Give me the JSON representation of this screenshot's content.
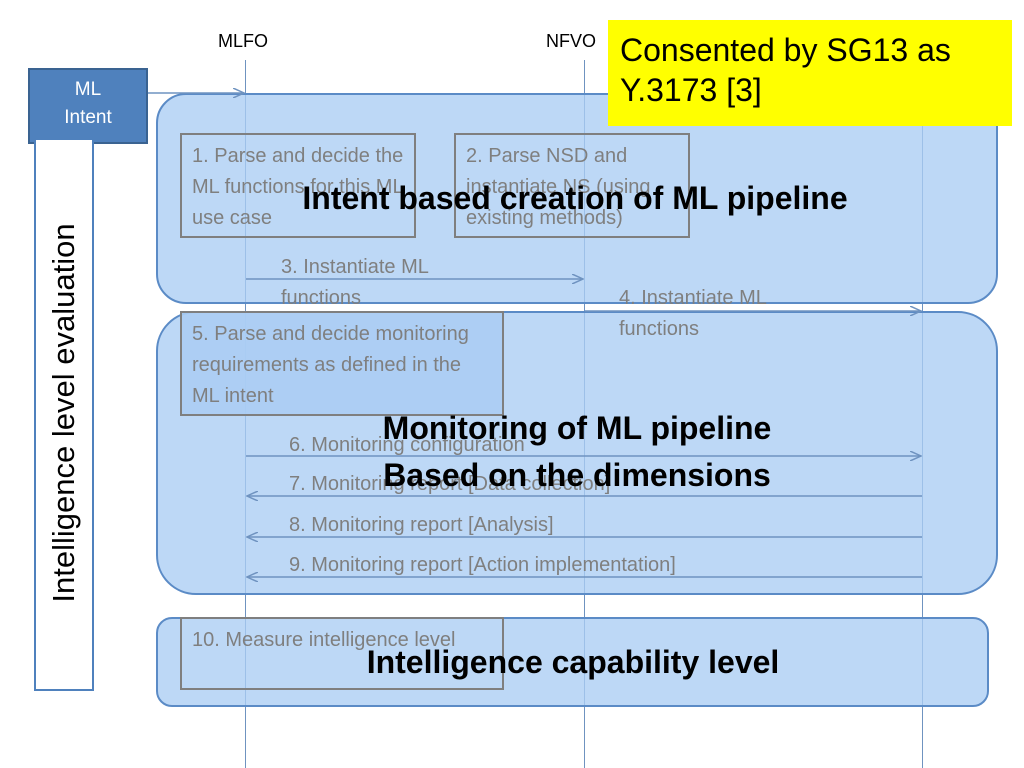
{
  "headers": {
    "mlfo": "MLFO",
    "nfvo": "NFVO"
  },
  "ml_intent": {
    "line1": "ML",
    "line2": "Intent"
  },
  "vertical_label": "Intelligence level evaluation",
  "note": "Consented by SG13 as Y.3173 [3]",
  "panels": {
    "creation": "Intent based creation of ML pipeline",
    "monitoring_line1": "Monitoring of ML pipeline",
    "monitoring_line2": "Based on the dimensions",
    "capability": "Intelligence capability level"
  },
  "steps": {
    "s1": "1. Parse and decide the ML functions for this ML use case",
    "s2": "2. Parse NSD and instantiate NS (using existing methods)",
    "s3": "3. Instantiate ML functions",
    "s4": "4. Instantiate ML functions",
    "s5": "5. Parse and decide monitoring requirements as defined in the ML intent",
    "s6": "6. Monitoring configuration",
    "s7": "7. Monitoring report [Data collection]",
    "s8": "8. Monitoring report [Analysis]",
    "s9": "9. Monitoring report [Action implementation]",
    "s10": "10. Measure intelligence level"
  },
  "colors": {
    "panel": "#abcdf4",
    "panel_border": "#5b8bc6",
    "ml_intent": "#4f81bd",
    "note": "#ffff00"
  }
}
